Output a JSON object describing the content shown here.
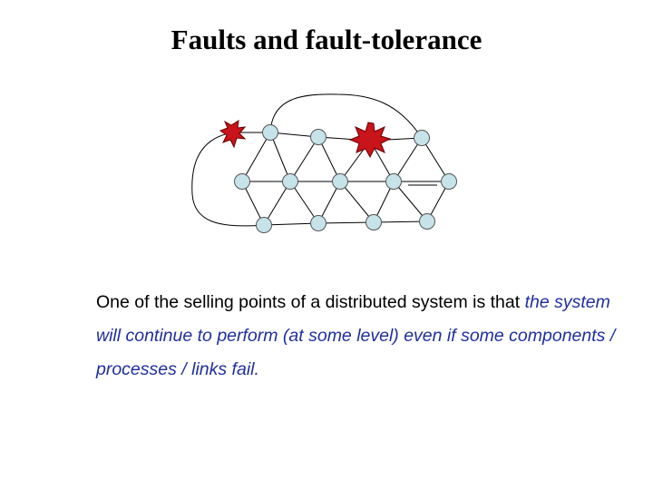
{
  "slide": {
    "title": "Faults and fault-tolerance",
    "body": {
      "lead": "One of the selling points of a distributed system is that ",
      "emphasis": "the system will continue to perform (at some level) even if some components / processes / links fail."
    }
  },
  "diagram": {
    "node_color": "#c6e3ea",
    "fault_color": "#c8141a",
    "nodes": [
      "n1",
      "n2",
      "n3",
      "n4",
      "n5",
      "n6",
      "n7",
      "n8",
      "n9",
      "n10",
      "n11",
      "n12",
      "n13",
      "n14"
    ],
    "faults": [
      "fault-small",
      "fault-large"
    ]
  }
}
